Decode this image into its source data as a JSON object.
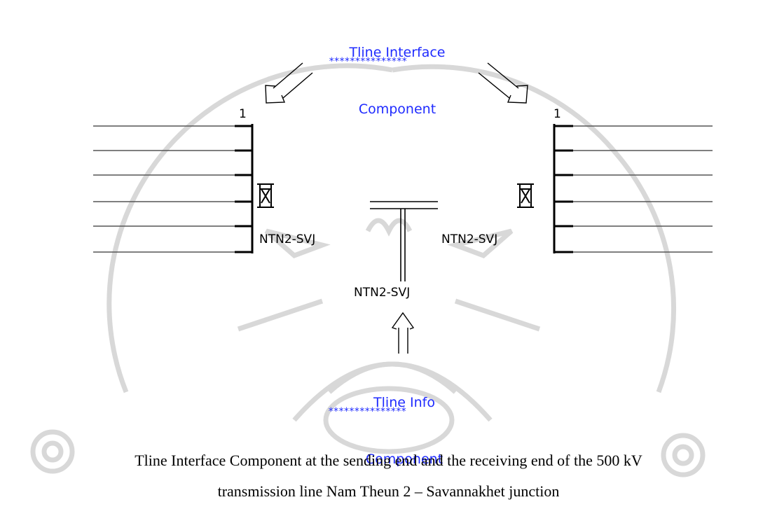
{
  "labels": {
    "interface_title_line1": "Tline Interface",
    "interface_title_line2": "Component",
    "interface_stars": "***************",
    "info_title_line1": "Tline Info",
    "info_title_line2": "Component",
    "info_stars": "***************",
    "left_pin_number": "1",
    "right_pin_number": "1",
    "left_component_name": "NTN2-SVJ",
    "right_component_name": "NTN2-SVJ",
    "info_component_name": "NTN2-SVJ"
  },
  "caption": {
    "line1": "Tline Interface Component at the sending end and the receiving end of the 500 kV",
    "line2": "transmission line Nam Theun 2 – Savannakhet junction"
  },
  "colors": {
    "accent_blue": "#1f2bff",
    "wire": "#555555",
    "watermark": "#d9d9d9"
  }
}
